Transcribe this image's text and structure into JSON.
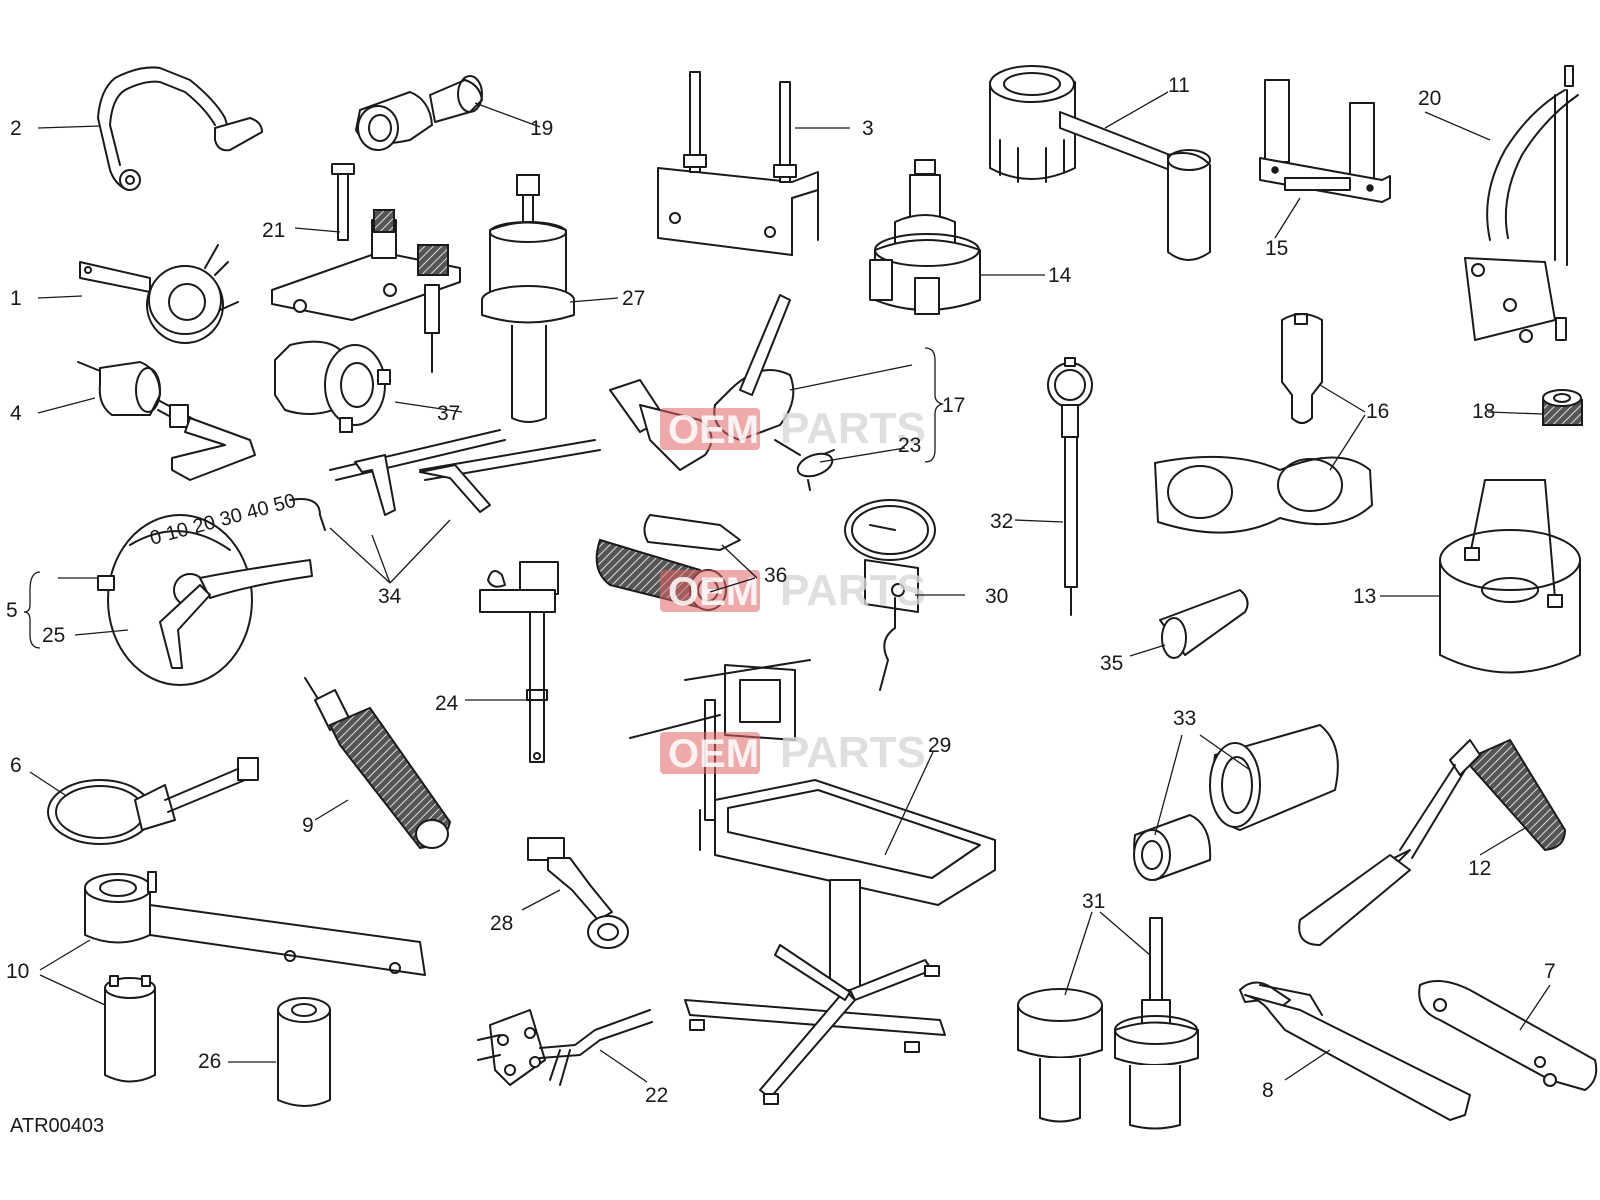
{
  "diagram": {
    "reference_code": "ATR00403",
    "callouts": [
      "1",
      "2",
      "3",
      "4",
      "5",
      "6",
      "7",
      "8",
      "9",
      "10",
      "11",
      "12",
      "13",
      "14",
      "15",
      "16",
      "17",
      "18",
      "19",
      "20",
      "21",
      "22",
      "23",
      "24",
      "25",
      "26",
      "27",
      "28",
      "29",
      "30",
      "31",
      "32",
      "33",
      "34",
      "35",
      "36",
      "37"
    ],
    "watermark": {
      "logo_text": "OEM",
      "brand_text": "PARTS"
    }
  }
}
